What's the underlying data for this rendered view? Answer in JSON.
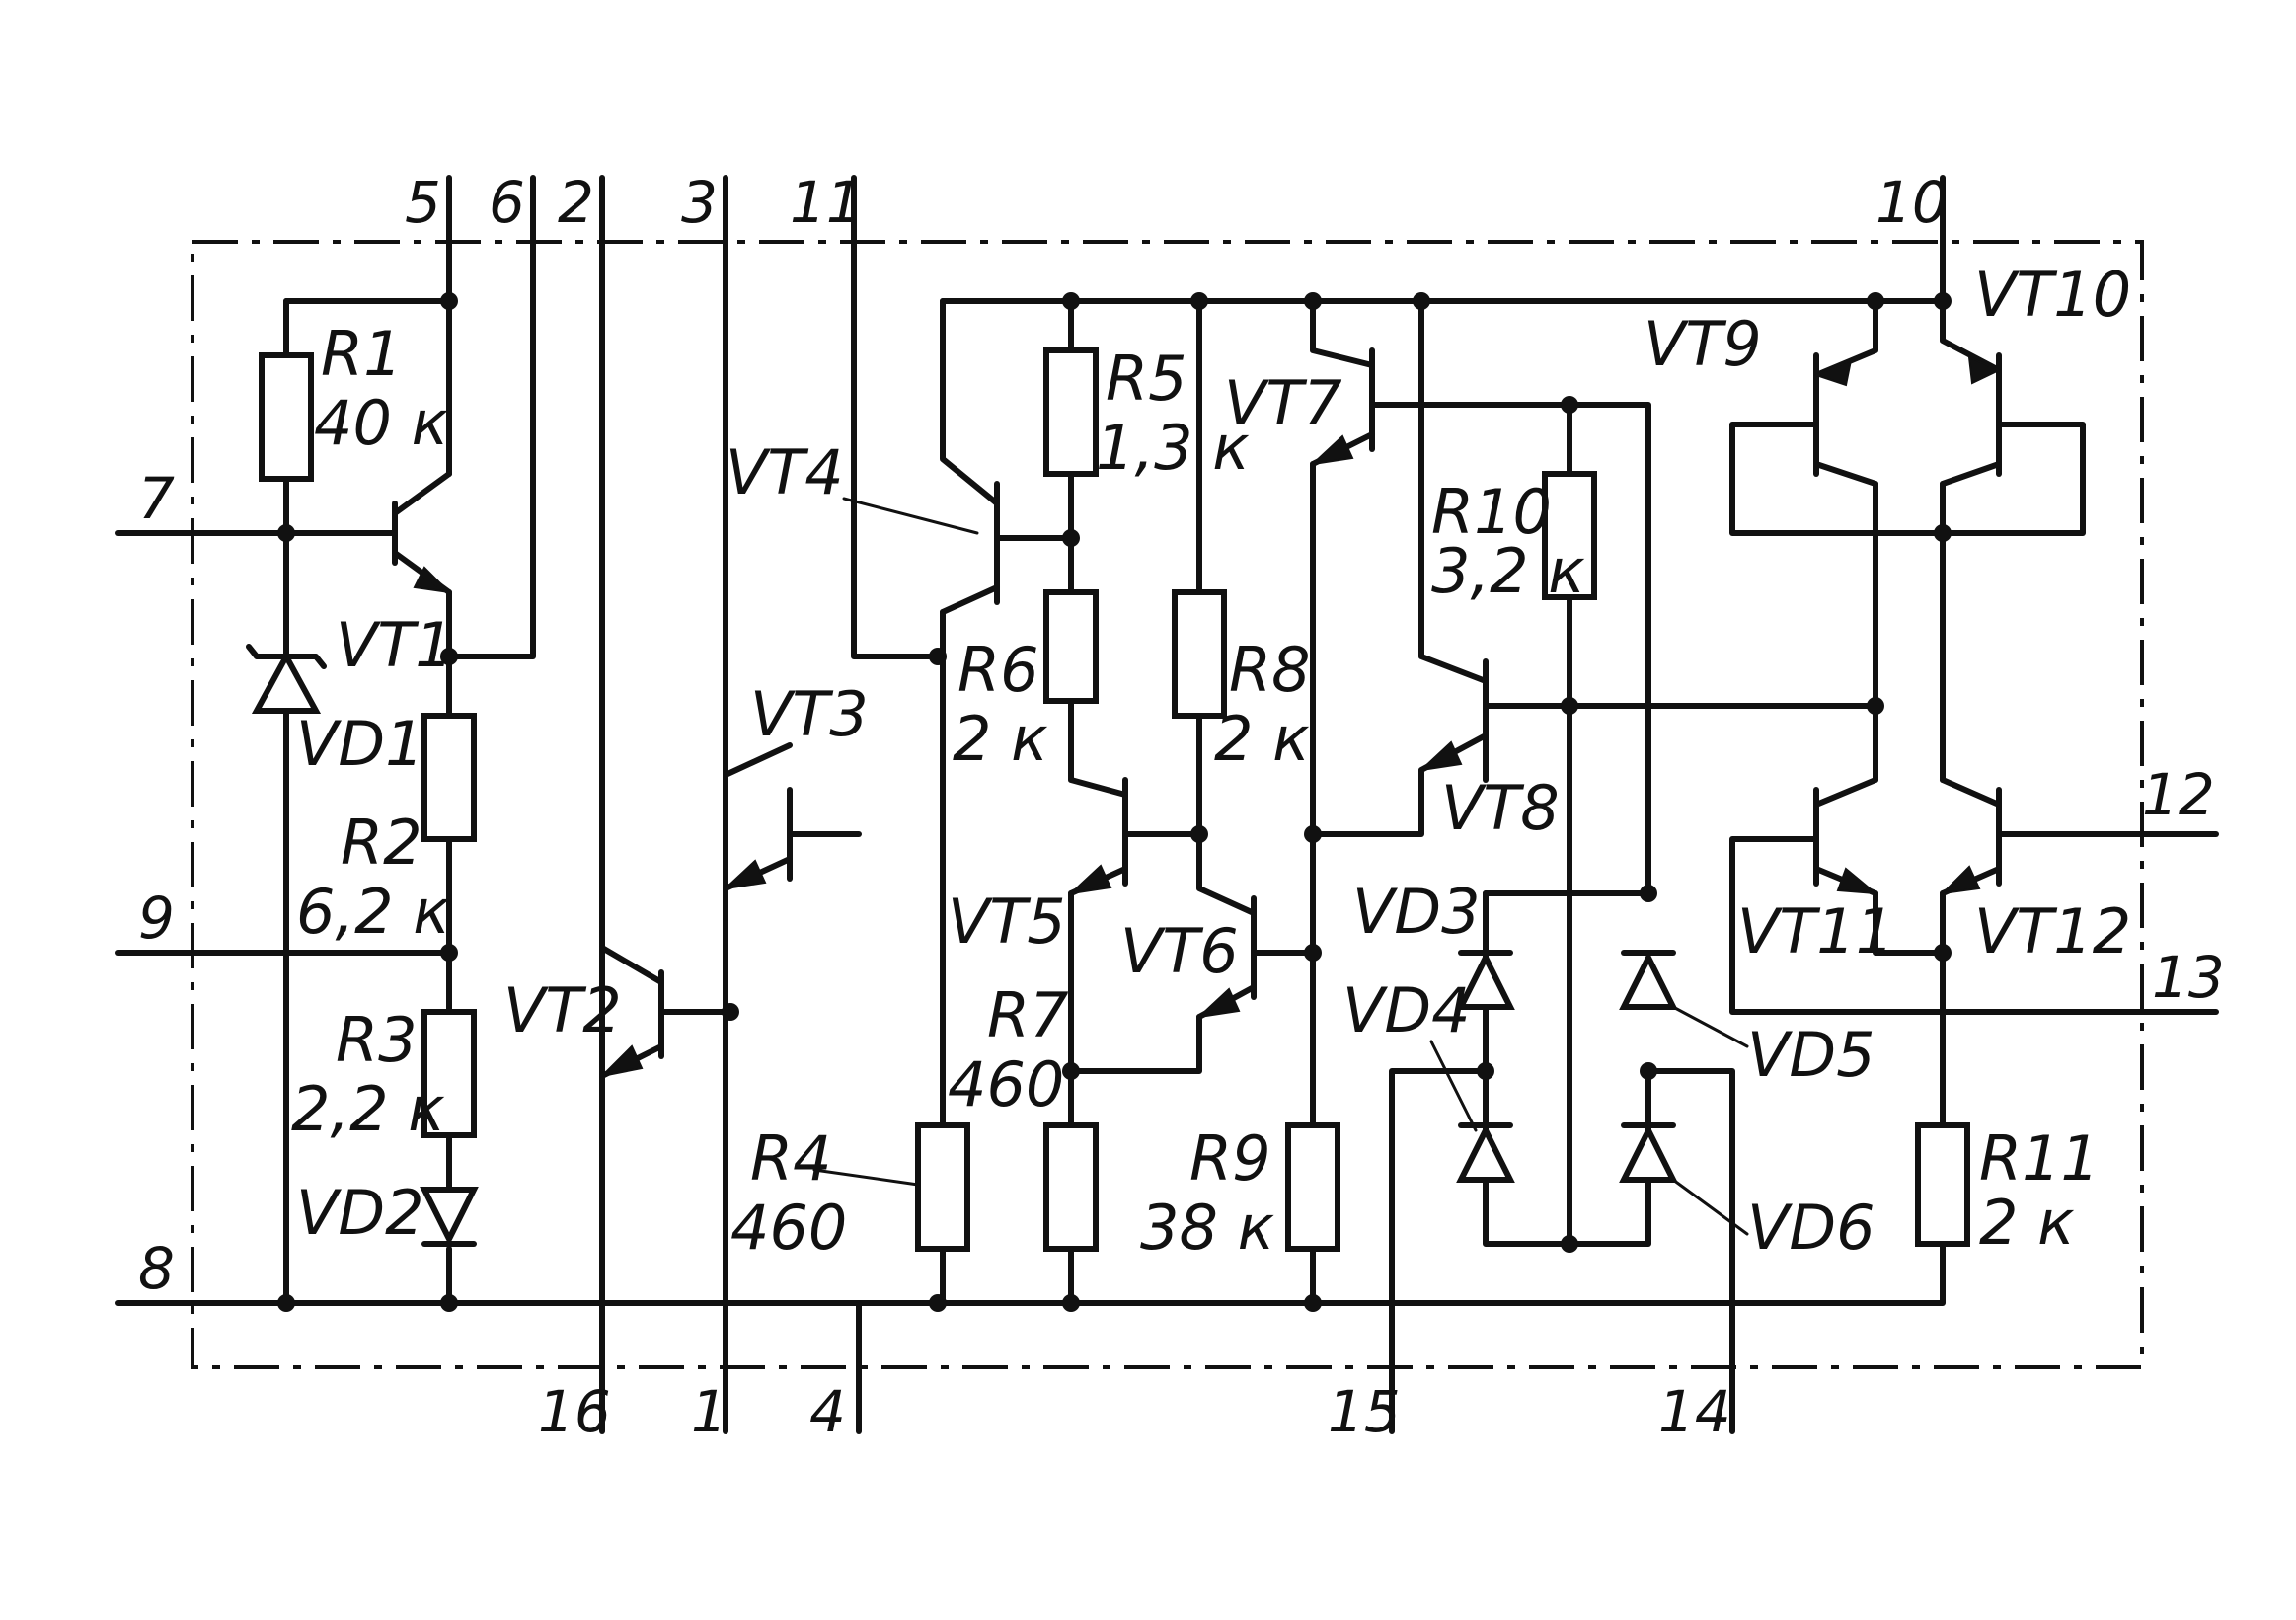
{
  "pins": {
    "p1": "1",
    "p2": "2",
    "p3": "3",
    "p4": "4",
    "p5": "5",
    "p6": "6",
    "p7": "7",
    "p8": "8",
    "p9": "9",
    "p10": "10",
    "p11": "11",
    "p12": "12",
    "p13": "13",
    "p14": "14",
    "p15": "15",
    "p16": "16"
  },
  "transistors": {
    "vt1": "VT1",
    "vt2": "VT2",
    "vt3": "VT3",
    "vt4": "VT4",
    "vt5": "VT5",
    "vt6": "VT6",
    "vt7": "VT7",
    "vt8": "VT8",
    "vt9": "VT9",
    "vt10": "VT10",
    "vt11": "VT11",
    "vt12": "VT12"
  },
  "diodes": {
    "vd1": "VD1",
    "vd2": "VD2",
    "vd3": "VD3",
    "vd4": "VD4",
    "vd5": "VD5",
    "vd6": "VD6"
  },
  "resistors": {
    "r1": {
      "name": "R1",
      "value": "40 к"
    },
    "r2": {
      "name": "R2",
      "value": "6,2 к"
    },
    "r3": {
      "name": "R3",
      "value": "2,2 к"
    },
    "r4": {
      "name": "R4",
      "value": "460"
    },
    "r5": {
      "name": "R5",
      "value": "1,3 к"
    },
    "r6": {
      "name": "R6",
      "value": "2 к"
    },
    "r7": {
      "name": "R7",
      "value": "460"
    },
    "r8": {
      "name": "R8",
      "value": "2 к"
    },
    "r9": {
      "name": "R9",
      "value": "38 к"
    },
    "r10": {
      "name": "R10",
      "value": "3,2 к"
    },
    "r11": {
      "name": "R11",
      "value": "2 к"
    }
  }
}
